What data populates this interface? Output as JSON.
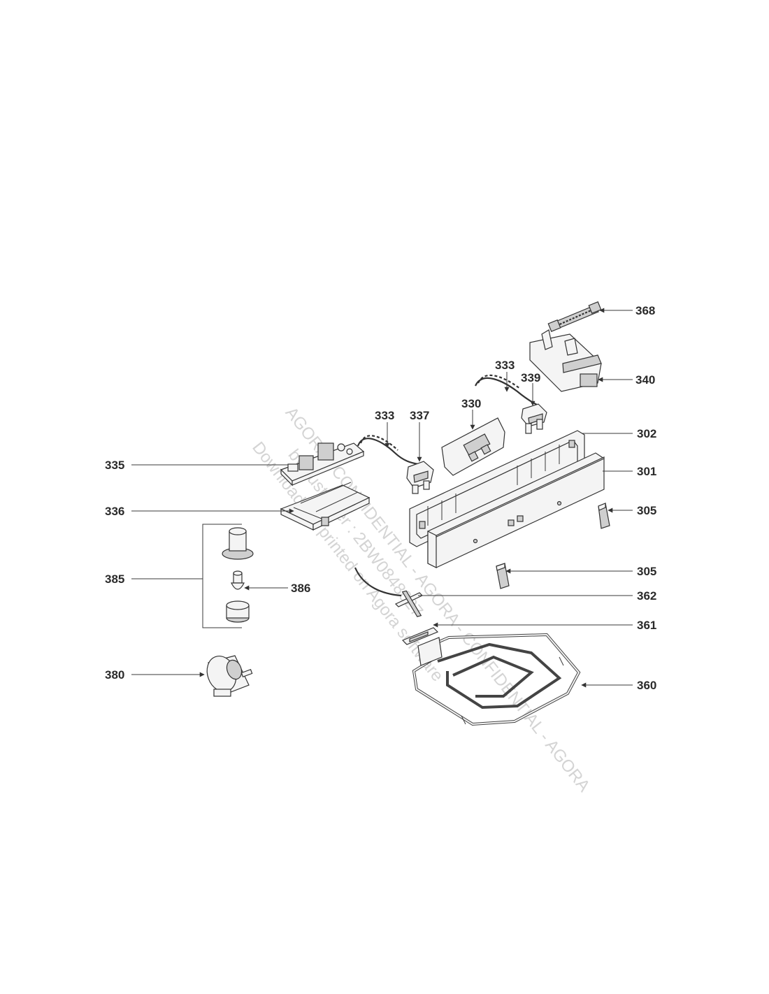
{
  "watermark": {
    "lines": [
      "Downloaded / printed on Agora software",
      "by customer : 2BW0848027",
      "AGORA - CONFIDENTIAL - AGORA - CONFIDENTIAL - AGORA"
    ]
  },
  "labels": {
    "p368": "368",
    "p340": "340",
    "p333a": "333",
    "p339": "339",
    "p330": "330",
    "p333b": "333",
    "p337": "337",
    "p302": "302",
    "p335": "335",
    "p301": "301",
    "p336": "336",
    "p305a": "305",
    "p385": "385",
    "p386": "386",
    "p305b": "305",
    "p362": "362",
    "p361": "361",
    "p380": "380",
    "p360": "360"
  }
}
